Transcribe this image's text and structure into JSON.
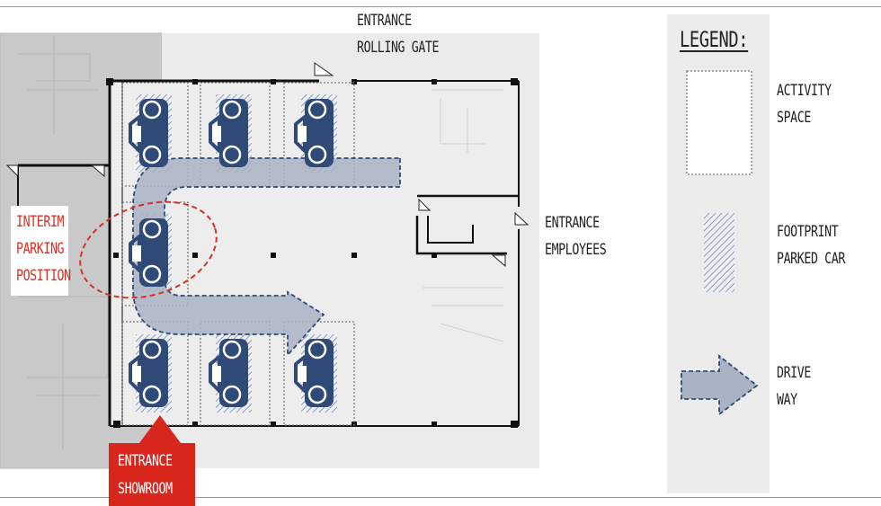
{
  "labels": {
    "entrance_rolling_gate": [
      "ENTRANCE",
      "ROLLING GATE"
    ],
    "entrance_employees": [
      "ENTRANCE",
      "EMPLOYEES"
    ],
    "interim_parking": [
      "INTERIM",
      "PARKING",
      "POSITION"
    ],
    "entrance_showroom": [
      "ENTRANCE",
      "SHOWROOM"
    ]
  },
  "legend": {
    "title": "LEGEND:",
    "activity_space": [
      "ACTIVITY",
      "SPACE"
    ],
    "footprint": [
      "FOOTPRINT",
      "PARKED CAR"
    ],
    "driveway": [
      "DRIVE",
      "WAY"
    ]
  },
  "icons": {
    "car": "car-icon",
    "driveway_arrow": "arrow-right-icon",
    "gate": "door-swing-icon"
  },
  "colors": {
    "car": "#2f4a77",
    "driveway": "#a9b3c4",
    "driveway_outline": "#2f4a77",
    "accent_red": "#d9261c",
    "floor": "#ebebeb",
    "neighbor": "#c9c9c9"
  }
}
